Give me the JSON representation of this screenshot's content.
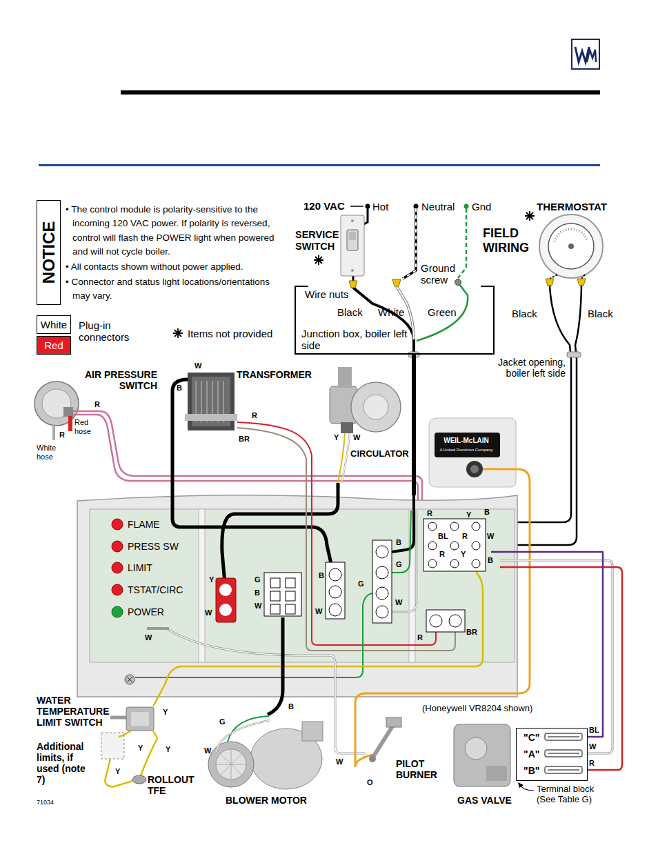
{
  "diagram": {
    "nodes": [
      {
        "text": [
          "NOTICE",
          "• The control module is polarity-sensitive to the incoming 120 VAC power. If polarity is reversed, control will flash the POWER light when powered and will not cycle boiler.",
          "• All contacts shown without power applied.",
          "• Connector and status light locations/orientations may vary."
        ]
      },
      {
        "text": [
          "Junction box, boiler left side"
        ]
      },
      {
        "text": [
          "WEIL-McLAIN",
          "A United Dominion Company"
        ]
      },
      {
        "text": [
          "FLAME",
          "PRESS SW",
          "LIMIT",
          "TSTAT/CIRC",
          "POWER"
        ]
      },
      {
        "text": [
          "\"C\"",
          "\"A\"",
          "\"B\""
        ]
      }
    ],
    "edges": [
      {
        "from": 1,
        "to": 3,
        "arrow": "none"
      },
      {
        "from": 4,
        "to": 3,
        "arrow": "none"
      }
    ],
    "labels": [
      "120 VAC",
      "Hot",
      "Neutral",
      "Gnd",
      "THERMOSTAT",
      "SERVICE SWITCH",
      "FIELD WIRING",
      "Ground screw",
      "Wire nuts",
      "Black",
      "White",
      "Green",
      "Black",
      "Black",
      "Jacket opening, boiler left side",
      "Plug-in connectors",
      "Items not provided",
      "AIR PRESSURE SWITCH",
      "TRANSFORMER",
      "W",
      "B",
      "R",
      "Red hose",
      "R",
      "White hose",
      "R",
      "BR",
      "Y",
      "W",
      "CIRCULATOR",
      "R",
      "Y",
      "B",
      "BL",
      "R",
      "W",
      "R",
      "Y",
      "B",
      "B",
      "G",
      "G",
      "W",
      "B",
      "W",
      "G",
      "B",
      "W",
      "Y",
      "W",
      "R",
      "BR",
      "W",
      "WATER TEMPERATURE LIMIT SWITCH",
      "Y",
      "Additional limits, if used (note 7)",
      "Y",
      "Y",
      "Y",
      "ROLLOUT TFE",
      "G",
      "B",
      "W",
      "BLOWER MOTOR",
      "W",
      "O",
      "PILOT BURNER",
      "(Honeywell VR8204 shown)",
      "GAS VALVE",
      "BL",
      "W",
      "R",
      "Terminal block (See Table G)",
      "71034"
    ],
    "legend": [
      {
        "text": "White",
        "color": "#ffffff"
      },
      {
        "text": "Red",
        "color": "#e31b23"
      }
    ]
  }
}
